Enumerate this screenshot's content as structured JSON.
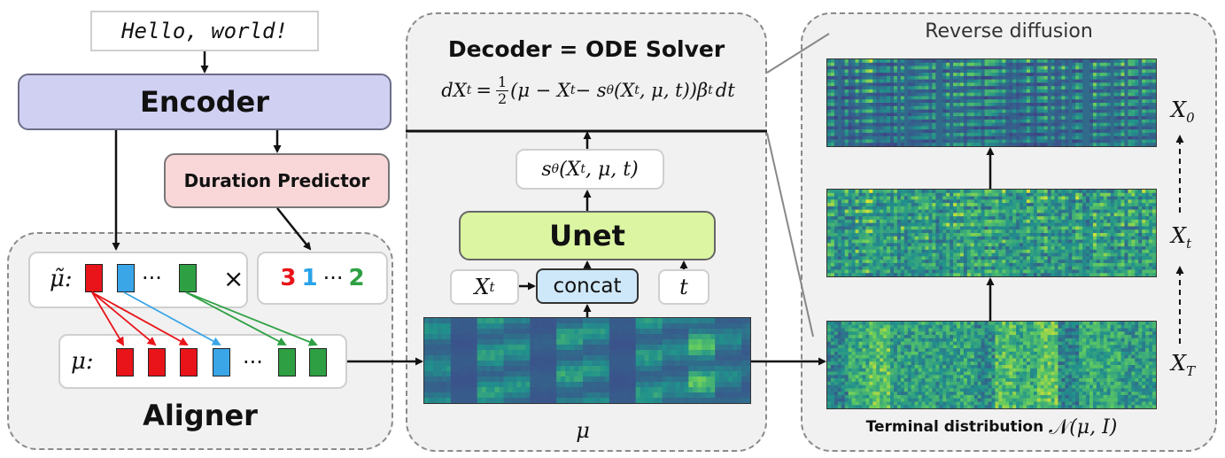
{
  "input": {
    "text": "Hello, world!"
  },
  "encoder": {
    "label": "Encoder"
  },
  "duration_predictor": {
    "label": "Duration Predictor"
  },
  "aligner": {
    "title": "Aligner",
    "mu_tilde_label": "μ̃:",
    "mu_label": "μ:",
    "ellipsis": "···",
    "times": "×",
    "durations": [
      {
        "value": "3",
        "color": "#e8141a"
      },
      {
        "value": "1",
        "color": "#2aa3ea"
      },
      {
        "value": "···",
        "color": "#222222"
      },
      {
        "value": "2",
        "color": "#2ea043"
      }
    ]
  },
  "decoder": {
    "title": "Decoder = ODE Solver",
    "equation": {
      "lhs": "dX",
      "lhs_sub": "t",
      "eq": "=",
      "frac_num": "1",
      "frac_den": "2",
      "body_1": "(μ − X",
      "body_sub_1": "t",
      "body_2": " − s",
      "body_sub_2": "θ",
      "body_3": "(X",
      "body_sub_3": "t",
      "body_4": ", μ, t))β",
      "body_sub_4": "t",
      "body_5": "dt"
    },
    "score_label": {
      "main": "s",
      "sub": "θ",
      "rest_1": "(X",
      "sub_2": "t",
      "rest_2": ", μ, t)"
    },
    "unet": "Unet",
    "concat": "concat",
    "xt_input": {
      "main": "X",
      "sub": "t"
    },
    "t_input": "t",
    "mu_caption": "μ"
  },
  "reverse_diffusion": {
    "title": "Reverse diffusion",
    "labels": [
      {
        "main": "X",
        "sub": "0"
      },
      {
        "main": "X",
        "sub": "t"
      },
      {
        "main": "X",
        "sub": "T"
      }
    ],
    "terminal_caption": "Terminal distribution",
    "terminal_math": "(μ, I)",
    "terminal_symbol": "𝒩"
  },
  "colors": {
    "encoder": "#cfd0f2",
    "duration_predictor": "#f9d7d9",
    "unet": "#dcf5a2",
    "concat": "#cfe8f9",
    "red": "#e8141a",
    "blue": "#3aa6e8",
    "green": "#2ea043"
  }
}
